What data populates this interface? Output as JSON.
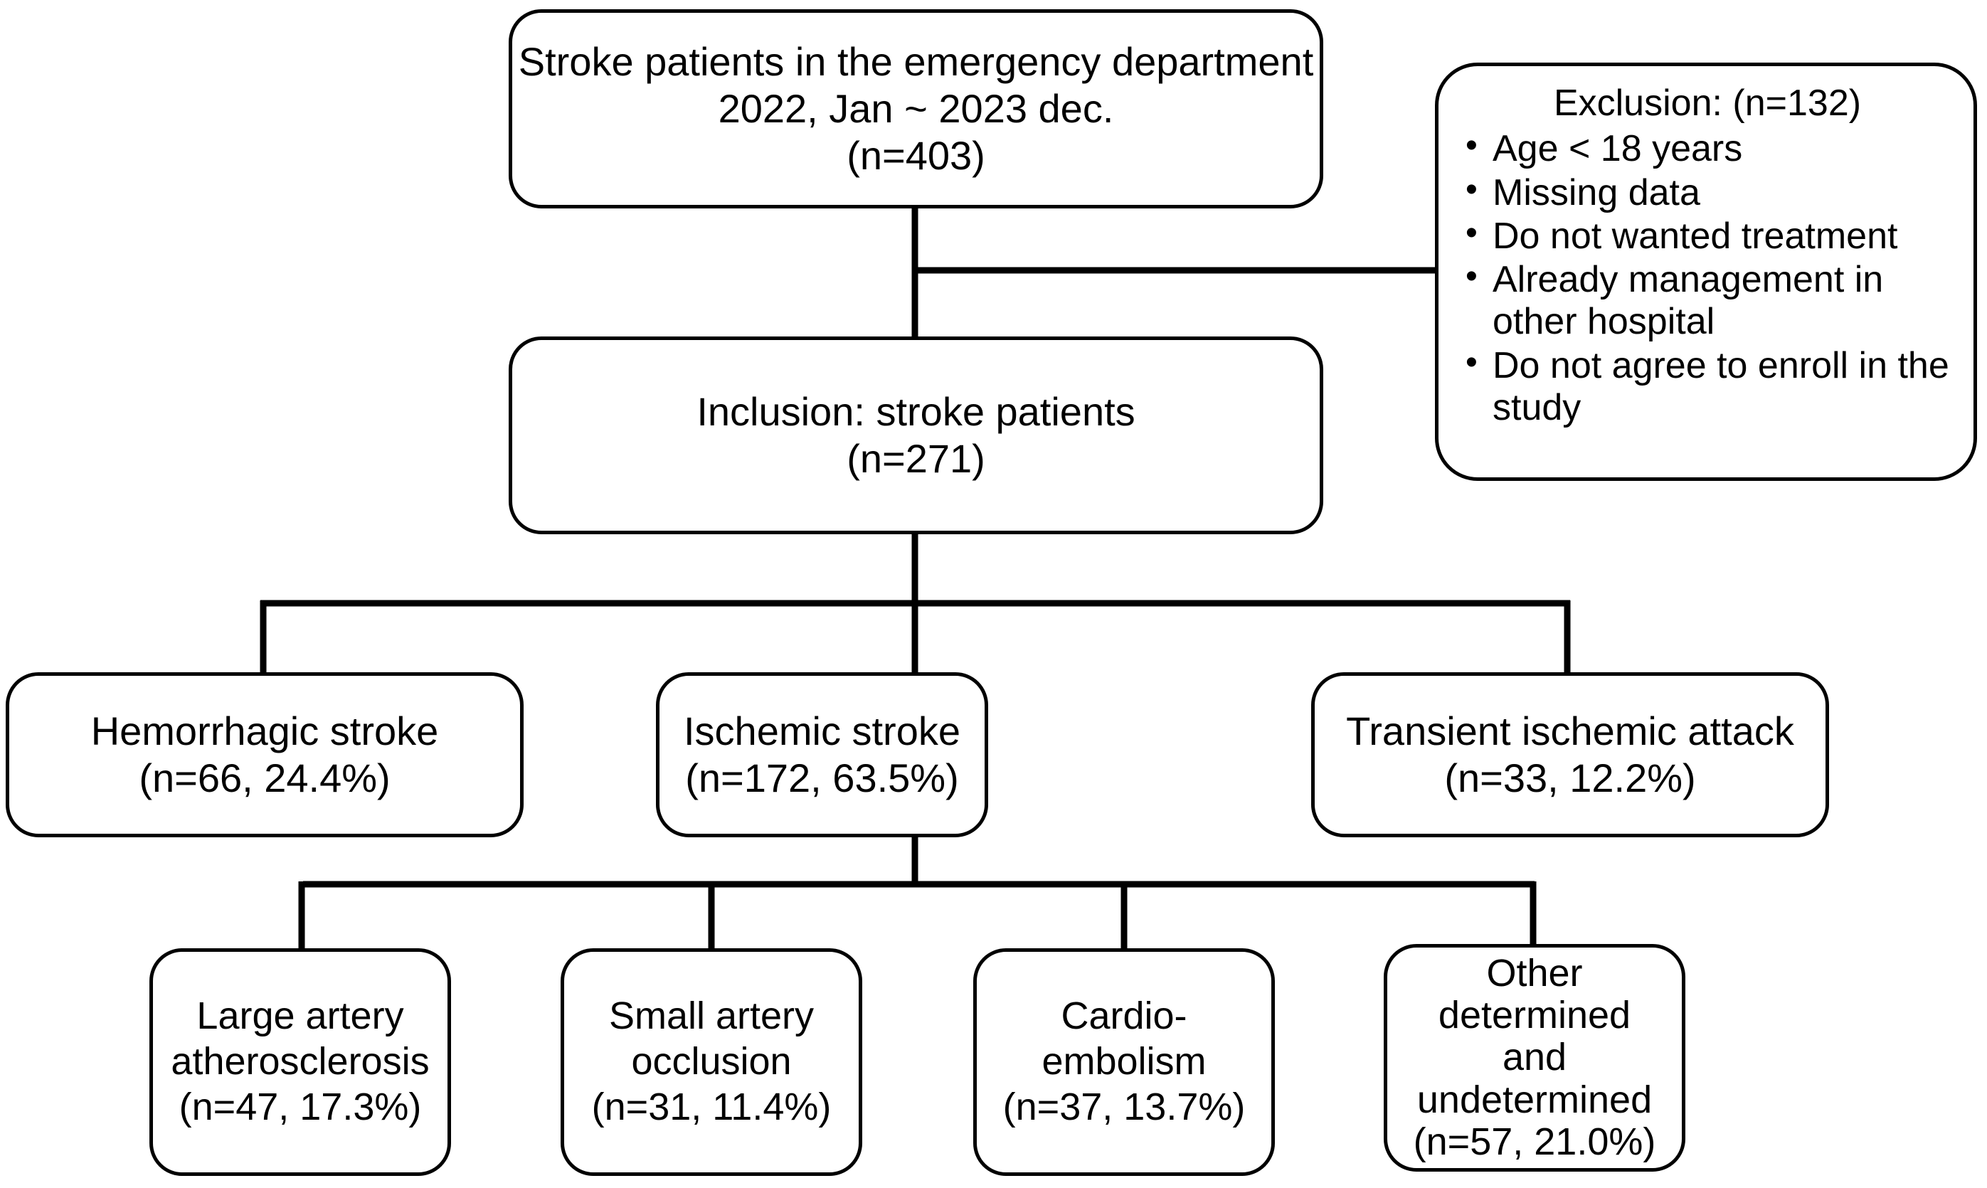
{
  "figure": {
    "type": "flowchart",
    "title": "Stroke patient enrollment flow diagram",
    "stroke_color": "#000000",
    "background_color": "#ffffff"
  },
  "nodes": {
    "source": {
      "lines": [
        "Stroke patients in the emergency department",
        "2022, Jan ~ 2023 dec.",
        "(n=403)"
      ],
      "n": 403
    },
    "exclusion": {
      "title": "Exclusion: (n=132)",
      "n": 132,
      "items": [
        "Age < 18 years",
        "Missing data",
        "Do not wanted treatment",
        "Already management in other hospital",
        "Do not agree to enroll in the study"
      ]
    },
    "inclusion": {
      "lines": [
        "Inclusion: stroke patients",
        "(n=271)"
      ],
      "n": 271
    },
    "hemorrhagic": {
      "lines": [
        "Hemorrhagic stroke",
        "(n=66, 24.4%)"
      ],
      "n": 66,
      "percent": 24.4
    },
    "ischemic": {
      "lines": [
        "Ischemic stroke",
        "(n=172, 63.5%)"
      ],
      "n": 172,
      "percent": 63.5
    },
    "tia": {
      "lines": [
        "Transient ischemic attack",
        "(n=33, 12.2%)"
      ],
      "n": 33,
      "percent": 12.2
    },
    "large_artery": {
      "lines": [
        "Large artery",
        "atherosclerosis",
        "(n=47, 17.3%)"
      ],
      "n": 47,
      "percent": 17.3
    },
    "small_artery": {
      "lines": [
        "Small artery",
        "occlusion",
        "(n=31, 11.4%)"
      ],
      "n": 31,
      "percent": 11.4
    },
    "cardio_embolism": {
      "lines": [
        "Cardio-",
        "embolism",
        "(n=37, 13.7%)"
      ],
      "n": 37,
      "percent": 13.7
    },
    "other": {
      "lines": [
        "Other",
        "determined",
        "and",
        "undetermined",
        "(n=57, 21.0%)"
      ],
      "n": 57,
      "percent": 21.0
    }
  }
}
